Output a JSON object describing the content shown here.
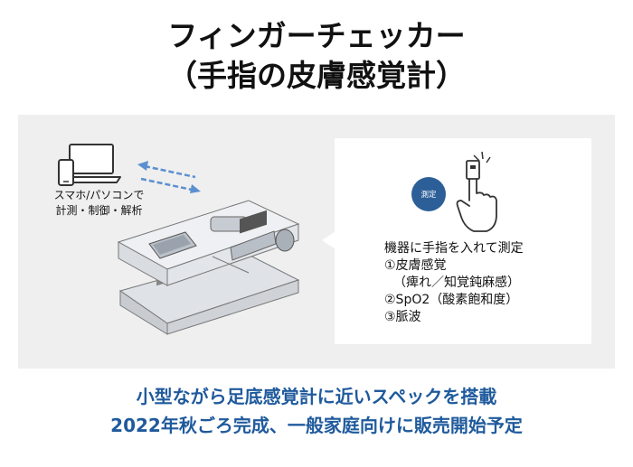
{
  "title": {
    "line1": "フィンガーチェッカー",
    "line2": "（手指の皮膚感覚計）"
  },
  "device_caption": {
    "line1": "スマホ/パソコンで",
    "line2": "計測・制御・解析"
  },
  "measure_badge": "測定",
  "info": {
    "heading": "機器に手指を入れて測定",
    "item1": "①皮膚感覚",
    "item1_sub": "（痺れ／知覚鈍麻感）",
    "item2": "②SpO2（酸素飽和度）",
    "item3": "③脈波"
  },
  "bottom": {
    "line1": "小型ながら足底感覚計に近いスペックを搭載",
    "line2": "2022年秋ごろ完成、一般家庭向けに販売開始予定"
  },
  "colors": {
    "accent": "#1f5a9c",
    "badge": "#2c5f98",
    "panel": "#efefef",
    "arrow": "#5b8fd0"
  },
  "icons": [
    "laptop-icon",
    "smartphone-icon",
    "transfer-arrows-icon",
    "finger-touch-icon",
    "device-illustration"
  ]
}
